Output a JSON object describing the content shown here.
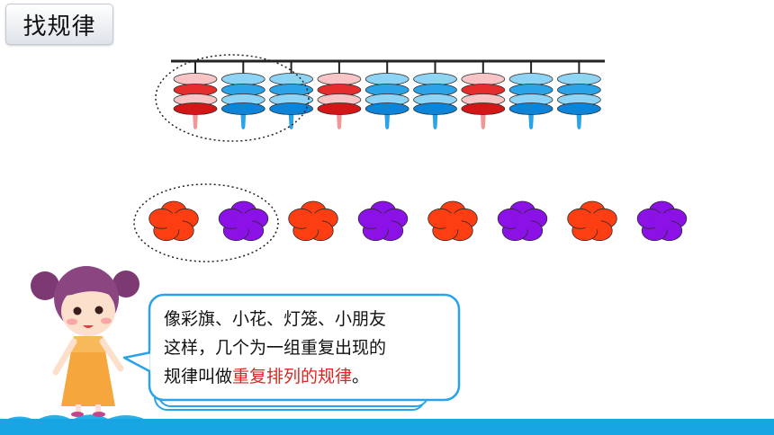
{
  "header": {
    "title": "找规律"
  },
  "lanterns": {
    "items": [
      "red",
      "blue",
      "blue",
      "red",
      "blue",
      "blue",
      "red",
      "blue",
      "blue"
    ],
    "colors": {
      "red": {
        "light": "#f7c5c5",
        "mid": "#e52d2d",
        "dark": "#d41616"
      },
      "blue": {
        "light": "#8fd3f5",
        "mid": "#2aa3e8",
        "dark": "#0d84d8"
      }
    }
  },
  "flowers": {
    "items": [
      "red",
      "purple",
      "red",
      "purple",
      "red",
      "purple",
      "red",
      "purple"
    ],
    "colors": {
      "red": "#fd3d12",
      "purple": "#8b11e6"
    }
  },
  "bubble": {
    "line1": "像彩旗、小花、灯笼、小朋友",
    "line2": "这样，几个为一组重复出现的",
    "line3_prefix": "规律叫做",
    "line3_highlight": "重复排列的规律",
    "line3_suffix": "。"
  }
}
